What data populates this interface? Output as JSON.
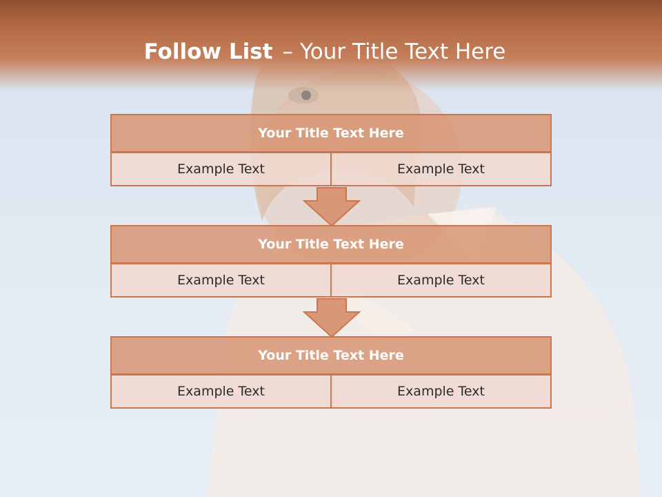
{
  "title": {
    "bold": "Follow List",
    "separator": "–",
    "rest": "Your Title Text Here"
  },
  "steps": [
    {
      "heading": "Your Title Text Here",
      "left": "Example Text",
      "right": "Example Text"
    },
    {
      "heading": "Your Title Text Here",
      "left": "Example Text",
      "right": "Example Text"
    },
    {
      "heading": "Your Title Text Here",
      "left": "Example Text",
      "right": "Example Text"
    }
  ],
  "colors": {
    "header_band": "#b46a45",
    "title_bar": "#d89776",
    "cell_fill": "#f0dad1",
    "border": "#cc7650",
    "arrow": "#d89776"
  }
}
